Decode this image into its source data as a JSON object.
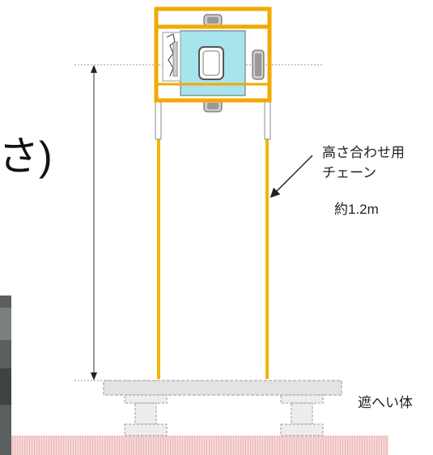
{
  "heading_fragment": "さ)",
  "height_label": "約1.2m",
  "chain_label": {
    "line1": "高さ合わせ用",
    "line2": "チェーン"
  },
  "shield_label": "遮へい体",
  "colors": {
    "frame": "#f2a900",
    "chain": "#f2b500",
    "tank": "#a8e4ec",
    "ground": "#eaa7a7",
    "shield": "#dcdcdc",
    "dimension": "#333333"
  }
}
